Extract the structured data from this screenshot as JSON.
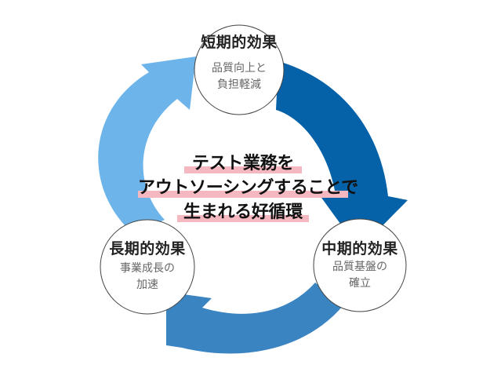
{
  "diagram": {
    "center_text": {
      "line1": "テスト業務を",
      "line2": "アウトソーシングすることで",
      "line3": "生まれる好循環"
    },
    "nodes": {
      "short_term": {
        "title": "短期的効果",
        "sub1": "品質向上と",
        "sub2": "負担軽減"
      },
      "mid_term": {
        "title": "中期的効果",
        "sub1": "品質基盤の",
        "sub2": "確立"
      },
      "long_term": {
        "title": "長期的効果",
        "sub1": "事業成長の",
        "sub2": "加速"
      }
    },
    "colors": {
      "arrow_top_right": "#0662a8",
      "arrow_bottom": "#3b84c2",
      "arrow_left": "#6db4ea",
      "highlight": "#f5b7c0",
      "node_border": "#444444"
    }
  }
}
